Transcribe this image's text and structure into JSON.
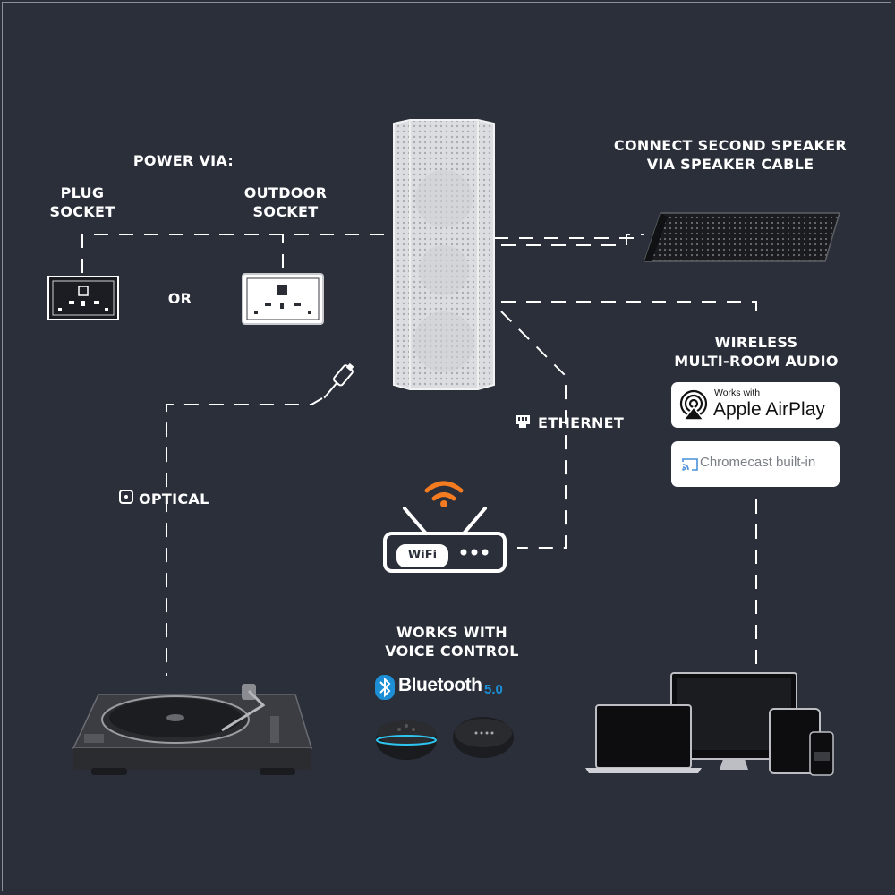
{
  "labels": {
    "power_via": "POWER VIA:",
    "plug_socket": "PLUG\nSOCKET",
    "outdoor_socket": "OUTDOOR\nSOCKET",
    "or": "OR",
    "second_speaker": "CONNECT SECOND SPEAKER\nVIA SPEAKER CABLE",
    "wireless": "WIRELESS\nMULTI-ROOM AUDIO",
    "ethernet": "ETHERNET",
    "optical": "OPTICAL",
    "voice": "WORKS WITH\nVOICE CONTROL"
  },
  "airplay": {
    "small": "Works with",
    "big": "Apple AirPlay"
  },
  "chromecast": {
    "text": "Chromecast built-in"
  },
  "bluetooth": {
    "word": "Bluetooth",
    "version": "5.0"
  },
  "wifi": {
    "text": "WiFi"
  },
  "colors": {
    "background": "#2a2f3a",
    "wifi_signal": "#f47b20",
    "bluetooth_blue": "#1d8fd6",
    "chromecast_blue": "#4a90d9"
  }
}
